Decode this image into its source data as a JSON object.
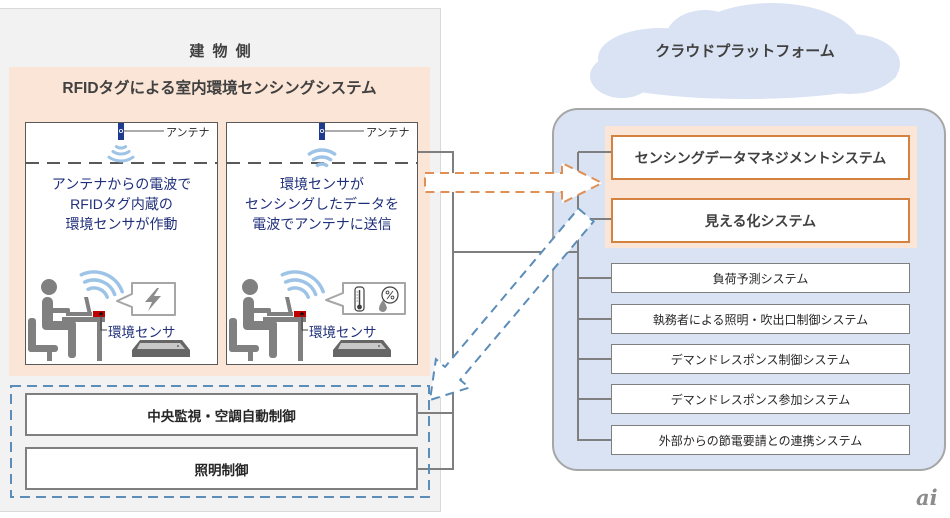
{
  "building_side": {
    "title": "建 物 側",
    "rfid_system": {
      "title": "RFIDタグによる室内環境センシングシステム",
      "panels": [
        {
          "antenna_label": "アンテナ",
          "description": [
            "アンテナからの電波で",
            "RFIDタグ内蔵の",
            "環境センサが作動"
          ],
          "sensor_label": "環境センサ",
          "bubble_icons": [
            "lightning-icon"
          ]
        },
        {
          "antenna_label": "アンテナ",
          "description": [
            "環境センサが",
            "センシングしたデータを",
            "電波でアンテナに送信"
          ],
          "sensor_label": "環境センサ",
          "bubble_icons": [
            "thermometer-icon",
            "humidity-icon"
          ]
        }
      ]
    },
    "controls": [
      {
        "label": "中央監視・空調自動制御"
      },
      {
        "label": "照明制御"
      }
    ]
  },
  "cloud_side": {
    "title": "クラウドプラットフォーム",
    "core_systems": [
      {
        "label": "センシングデータマネジメントシステム"
      },
      {
        "label": "見える化システム"
      }
    ],
    "systems": [
      {
        "label": "負荷予測システム"
      },
      {
        "label": "執務者による照明・吹出口制御システム"
      },
      {
        "label": "デマンドレスポンス制御システム"
      },
      {
        "label": "デマンドレスポンス参加システム"
      },
      {
        "label": "外部からの節電要請との連携システム"
      }
    ]
  },
  "flows": [
    {
      "from": "RFIDタグによる室内環境センシングシステム",
      "to": "センシングデータマネジメントシステム",
      "style": "dashed-orange-arrow"
    },
    {
      "from": "見える化システム",
      "to": "中央監視・空調自動制御 / 照明制御",
      "style": "dashed-blue-arrow"
    }
  ],
  "colors": {
    "building_panel": "#f2f2f2",
    "peach_highlight": "#fbe5d6",
    "cloud_blue": "#dae3f3",
    "orange_accent": "#d4823f",
    "blue_dashed": "#5b8db8",
    "description_text": "#1f2f7a",
    "wave_blue": "#9dc3e6"
  },
  "watermark": "ai"
}
